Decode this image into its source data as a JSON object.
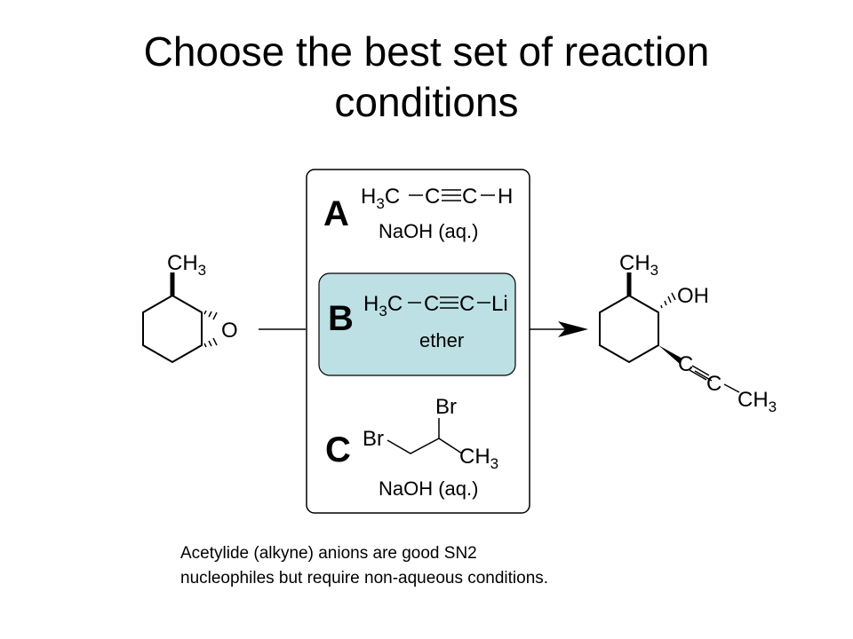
{
  "title": {
    "line1": "Choose the best set of reaction",
    "line2": "conditions"
  },
  "reactant": {
    "methyl_label": "CH",
    "methyl_sub": "3",
    "oxygen": "O"
  },
  "product": {
    "methyl_label": "CH",
    "methyl_sub": "3",
    "hydroxyl": "OH",
    "alkyne_c1": "C",
    "alkyne_c2": "C",
    "terminal_label": "CH",
    "terminal_sub": "3"
  },
  "options": [
    {
      "letter": "A",
      "reagent": {
        "h3c": "H",
        "h3c_sub": "3",
        "h3c_c": "C",
        "c1": "C",
        "c2": "C",
        "end": "H"
      },
      "conditions": "NaOH (aq.)",
      "highlighted": false
    },
    {
      "letter": "B",
      "reagent": {
        "h3c": "H",
        "h3c_sub": "3",
        "h3c_c": "C",
        "c1": "C",
        "c2": "C",
        "end": "Li"
      },
      "conditions": "ether",
      "highlighted": true
    },
    {
      "letter": "C",
      "reagent": {
        "br1": "Br",
        "br2": "Br",
        "ch3": "CH",
        "ch3_sub": "3"
      },
      "conditions": "NaOH (aq.)",
      "highlighted": false
    }
  ],
  "highlight_color": "#bce0e3",
  "explanation": {
    "line1": "Acetylide (alkyne) anions are good SN2",
    "line2": "nucleophiles but require non-aqueous conditions."
  }
}
